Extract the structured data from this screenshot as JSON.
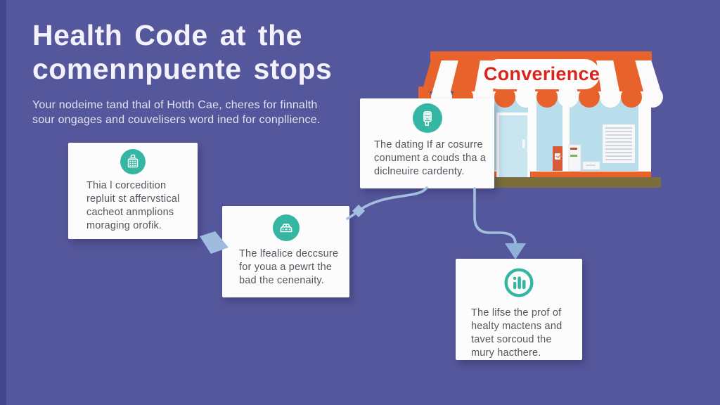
{
  "title": {
    "line1": "Health Code at the",
    "line2": "comennpuente stops"
  },
  "subtitle": {
    "line1": "Your nodeime tand thal of Hotth Cae, cheres for finnalth",
    "line2": "sour ongages and couvelisers word ined for conpllience."
  },
  "store": {
    "sign_label": "Converience",
    "awning_color": "#e8632b",
    "sign_text_color": "#d8251d",
    "window_color": "#b9ddeb",
    "base_color": "#7b6d3c"
  },
  "cards": [
    {
      "icon": "stamp-building-icon",
      "lines": [
        "Thia l corcedition",
        "repluit st affervstical",
        "cacheot anmplions",
        "moraging orofik."
      ]
    },
    {
      "icon": "car-icon",
      "lines": [
        "The lfealice deccsure",
        "for youa a pewrt the",
        "bad the cenenaity."
      ]
    },
    {
      "icon": "parking-meter-icon",
      "lines": [
        "The dating If ar cosurre",
        "conument a couds tha a",
        "diclneuire cardenty."
      ]
    },
    {
      "icon": "bar-chart-icon",
      "lines": [
        "The lifse the prof of",
        "healty mactens and",
        "tavet sorcoud the",
        "mury hacthere."
      ]
    }
  ],
  "colors": {
    "background": "#55579c",
    "left_band": "#44478c",
    "teal": "#35b6a3",
    "card_text": "#55555f",
    "connector": "#a3bfe0"
  }
}
